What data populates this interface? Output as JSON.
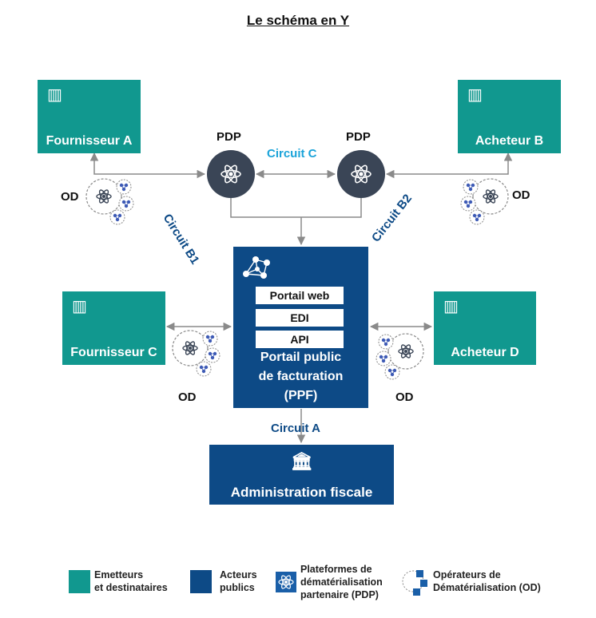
{
  "title": "Le schéma en Y",
  "nodes": {
    "fournisseur_a": "Fournisseur A",
    "acheteur_b": "Acheteur B",
    "fournisseur_c": "Fournisseur C",
    "acheteur_d": "Acheteur D",
    "administration": "Administration fiscale"
  },
  "ppf": {
    "line1": "Portail public",
    "line2": "de facturation",
    "line3": "(PPF)",
    "channels": [
      "Portail web",
      "EDI",
      "API"
    ]
  },
  "labels": {
    "pdp": "PDP",
    "od": "OD",
    "circuit_a": "Circuit A",
    "circuit_b1": "Circuit B1",
    "circuit_b2": "Circuit B2",
    "circuit_c": "Circuit C"
  },
  "legend": {
    "item1": [
      "Emetteurs",
      "et destinataires"
    ],
    "item2": [
      "Acteurs",
      "publics"
    ],
    "item3": [
      "Plateformes de",
      "dématérialisation",
      "partenaire (PDP)"
    ],
    "item4": [
      "Opérateurs de",
      "Dématérialisation (OD)"
    ]
  },
  "colors": {
    "teal": "#11988f",
    "navy": "#0d4a86",
    "pdp_circle": "#3a4556",
    "circuit_c_color": "#1aa3d9",
    "circuit_blue": "#0d4a86",
    "arrow": "#8a8a8a"
  },
  "icons": {
    "building": "building-icon",
    "bank": "bank-icon",
    "atom": "atom-icon",
    "network": "network-icon"
  }
}
